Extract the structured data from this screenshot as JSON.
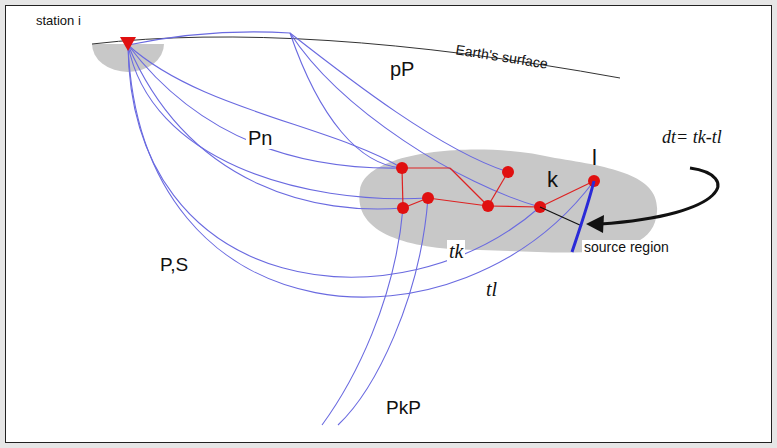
{
  "diagram": {
    "labels": [
      "station i",
      "Earth's surface",
      "pP",
      "Pn",
      "P,S",
      "PkP",
      "tk",
      "tl",
      "k",
      "l",
      "dt= tk-tl",
      "source region"
    ]
  }
}
